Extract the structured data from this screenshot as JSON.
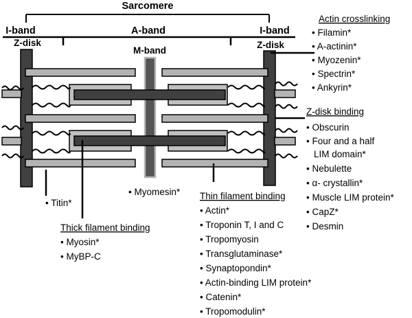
{
  "structure": {
    "sarcomere": "Sarcomere",
    "i_band_left": "I-band",
    "a_band": "A-band",
    "i_band_right": "I-band",
    "z_disk_left": "Z-disk",
    "z_disk_right": "Z-disk",
    "m_band": "M-band"
  },
  "colors": {
    "z_disk": "#404040",
    "thin_filament": "#b3b3b3",
    "thick_filament": "#404040",
    "thick_outline": "#bfbfbf",
    "m_band": "#555555",
    "line": "#000000"
  },
  "groups": {
    "actin_crosslinking": {
      "title": "Actin crosslinking",
      "items": [
        "Filamin*",
        "A-actinin*",
        "Myozenin*",
        "Spectrin*",
        "Ankyrin*"
      ]
    },
    "z_disk_binding": {
      "title": "Z-disk binding",
      "items": [
        "Obscurin",
        "Four and a half",
        "LIM domain*",
        "Nebulette",
        "α- crystallin*",
        "Muscle LIM protein*",
        "CapZ*",
        "Desmin"
      ]
    },
    "thin_filament_binding": {
      "title": "Thin filament binding",
      "items": [
        "Actin*",
        "Troponin T, I and C",
        "Tropomyosin",
        "Transglutaminase*",
        "Synaptopondin*",
        "Actin-binding LIM protein*",
        "Catenin*",
        "Tropomodulin*"
      ]
    },
    "thick_filament_binding": {
      "title": "Thick filament binding",
      "items": [
        "Myosin*",
        "MyBP-C"
      ]
    }
  },
  "single_labels": {
    "titin": "Titin*",
    "myomesin": "Myomesin*"
  }
}
